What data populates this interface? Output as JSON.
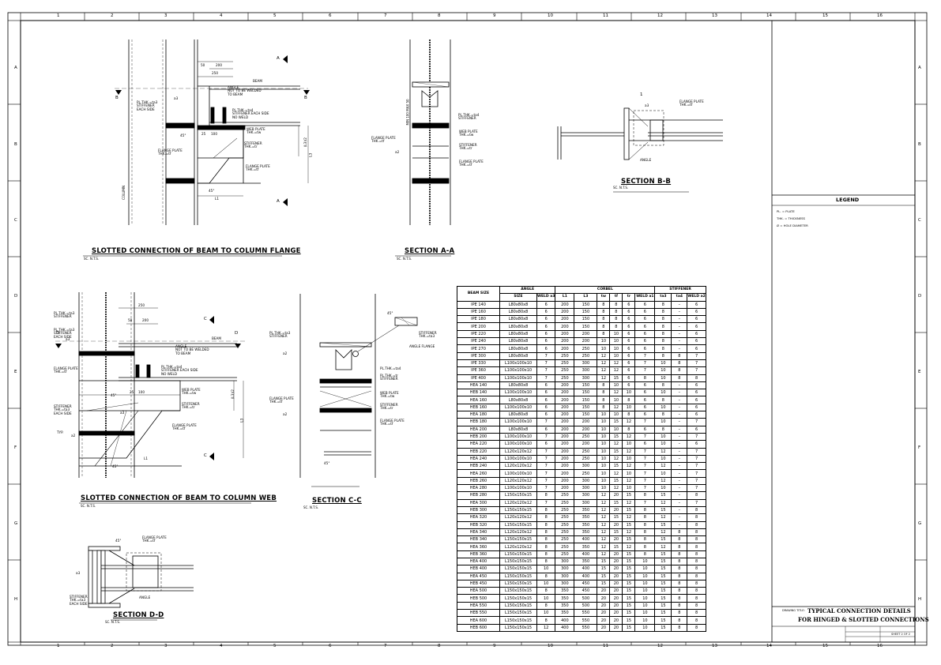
{
  "grid": {
    "columns": [
      "1",
      "2",
      "3",
      "4",
      "5",
      "6",
      "7",
      "8",
      "9",
      "10",
      "11",
      "12",
      "13",
      "14",
      "15",
      "16"
    ],
    "rows": [
      "A",
      "B",
      "C",
      "D",
      "E",
      "F",
      "G",
      "H"
    ]
  },
  "views": {
    "flange": {
      "title": "SLOTTED CONNECTION OF BEAM TO COLUMN FLANGE",
      "scale": "SC. N.T.S.",
      "dims": [
        "250",
        "50",
        "200",
        "25",
        "100",
        "45°",
        "45°",
        "L1",
        "(L3)/2",
        "L3"
      ],
      "labels": {
        "beam": "BEAM",
        "column": "COLUMN",
        "angle": "ANGLE\nNOT TO BE WELDED\nTO BEAM",
        "pl_stiff": "PL.THK.=ta3\nSTIFFENER\nEACH SIDE",
        "pl_t4": "PL.THK.=ta4\nSTIFFENER EACH SIDE\nNO WELD",
        "web_plate": "WEB PLATE\nTHK.=tw",
        "stiffener": "STIFFENER\nTHK.=tr",
        "flange_plate_l": "FLANGE PLATE\nTHK.=tf",
        "flange_plate_r": "FLANGE PLATE\nTHK.=tf",
        "a3": "a3",
        "sec_a": "A",
        "sec_b": "B"
      }
    },
    "section_aa": {
      "title": "SECTION A-A",
      "scale": "SC. N.T.S.",
      "labels": {
        "pl_t4": "PL.THK.=ta4\nSTIFFENER",
        "web_plate": "WEB PLATE\nTHK.=tw",
        "stiffener": "STIFFENER\nTHK.=tr",
        "flange_plate_r": "FLANGE PLATE\nTHK.=tf",
        "flange_plate_l": "FLANGE PLATE\nTHK.=tf",
        "a2": "a2",
        "dim": "MIN 100  MAX 50"
      }
    },
    "section_bb": {
      "title": "SECTION B-B",
      "scale": "SC. N.T.S.",
      "labels": {
        "flange_plate": "FLANGE PLATE\nTHK.=tf",
        "angle": "ANGLE",
        "a3": "a3",
        "one": "1"
      }
    },
    "web": {
      "title": "SLOTTED CONNECTION OF BEAM TO COLUMN WEB",
      "scale": "SC. N.T.S.",
      "dims": [
        "250",
        "50",
        "200",
        "25",
        "100",
        "45°",
        "45°",
        "L1",
        "(L3)/2",
        "L3"
      ],
      "labels": {
        "pl_t3": "PL.THK.=ta3\nSTIFFENER",
        "pl_t3b": "PL.THK.=ta3\nSTIFFENER\nEACH SIDE",
        "flange_plate_top": "FLANGE PLATE\nTHK.=tf",
        "beam": "BEAM",
        "angle": "ANGLE\nNOT TO BE WELDED\nTO BEAM",
        "pl_t4": "PL.THK.=ta4\nSTIFFENER EACH SIDE\nNO WELD",
        "web_plate": "WEB PLATE\nTHK.=tw",
        "stiffener_r": "STIFFENER\nTHK.=tr",
        "stiffener_l": "STIFFENER\nTHK.=ta3\nEACH SIDE",
        "flange_plate_r": "FLANGE PLATE\nTHK.=tf",
        "typ": "TYP.",
        "a2": "a2",
        "a3": "a3",
        "sec_c": "C",
        "sec_d": "D"
      }
    },
    "section_cc": {
      "title": "SECTION C-C",
      "scale": "SC. N.T.S.",
      "labels": {
        "pl_t3": "PL.THK.=ta3\nSTIFFENER",
        "pl_t4": "PL.THK.=ta4",
        "pl_tr": "PL.THK.=tr\nSTIFFENER",
        "stiff_t3": "STIFFENER\nTHK.=ta3",
        "angle_flange": "ANGLE FLANGE",
        "web_plate": "WEB PLATE\nTHK.=tw",
        "stiffener": "STIFFENER\nTHK.=tr",
        "flange_plate_r": "FLANGE PLATE\nTHK.=tf",
        "flange_plate_l": "FLANGE PLATE\nTHK.=tf",
        "a2": "a2",
        "ang45": "45°"
      }
    },
    "section_dd": {
      "title": "SECTION D-D",
      "scale": "SC. N.T.S.",
      "labels": {
        "flange_plate": "FLANGE PLATE\nTHK.=tf",
        "stiffener": "STIFFENER\nTHK.=ta3\nEACH SIDE",
        "angle": "ANGLE",
        "a3": "a3",
        "ang45": "45°"
      }
    }
  },
  "table": {
    "group_headers": [
      "BEAM SIZE",
      "ANGLE",
      "CORBEL",
      "STIFFENER"
    ],
    "sub_headers": [
      "SIZE",
      "WELD a3",
      "L1",
      "L3",
      "tw",
      "tf",
      "tr",
      "WELD a1",
      "ta3",
      "ta4",
      "WELD a2"
    ],
    "rows": [
      [
        "IPE 140",
        "L80x80x8",
        "6",
        "200",
        "150",
        "8",
        "8",
        "6",
        "6",
        "8",
        "–",
        "6"
      ],
      [
        "IPE 160",
        "L80x80x8",
        "6",
        "200",
        "150",
        "8",
        "8",
        "6",
        "6",
        "8",
        "–",
        "6"
      ],
      [
        "IPE 180",
        "L80x80x8",
        "6",
        "200",
        "150",
        "8",
        "8",
        "6",
        "6",
        "8",
        "–",
        "6"
      ],
      [
        "IPE 200",
        "L80x80x8",
        "6",
        "200",
        "150",
        "8",
        "8",
        "6",
        "6",
        "8",
        "–",
        "6"
      ],
      [
        "IPE 220",
        "L80x80x8",
        "6",
        "200",
        "200",
        "8",
        "10",
        "6",
        "6",
        "8",
        "–",
        "6"
      ],
      [
        "IPE 240",
        "L80x80x8",
        "6",
        "200",
        "200",
        "10",
        "10",
        "6",
        "6",
        "8",
        "–",
        "6"
      ],
      [
        "IPE 270",
        "L80x80x8",
        "6",
        "200",
        "250",
        "10",
        "10",
        "6",
        "6",
        "8",
        "–",
        "6"
      ],
      [
        "IPE 300",
        "L80x80x8",
        "7",
        "250",
        "250",
        "12",
        "10",
        "6",
        "7",
        "8",
        "8",
        "7"
      ],
      [
        "IPE 330",
        "L100x100x10",
        "7",
        "250",
        "300",
        "12",
        "12",
        "6",
        "7",
        "10",
        "8",
        "7"
      ],
      [
        "IPE 360",
        "L100x100x10",
        "7",
        "250",
        "300",
        "12",
        "12",
        "6",
        "7",
        "10",
        "8",
        "7"
      ],
      [
        "IPE 400",
        "L100x100x10",
        "7",
        "250",
        "300",
        "12",
        "15",
        "6",
        "8",
        "10",
        "8",
        "8"
      ],
      [
        "HEA 140",
        "L80x80x8",
        "6",
        "200",
        "150",
        "8",
        "10",
        "6",
        "6",
        "8",
        "–",
        "6"
      ],
      [
        "HEB 140",
        "L100x100x10",
        "6",
        "200",
        "150",
        "8",
        "12",
        "10",
        "6",
        "10",
        "–",
        "6"
      ],
      [
        "HEA 160",
        "L80x80x8",
        "6",
        "200",
        "150",
        "8",
        "10",
        "8",
        "6",
        "8",
        "–",
        "6"
      ],
      [
        "HEB 160",
        "L100x100x10",
        "6",
        "200",
        "150",
        "8",
        "12",
        "10",
        "6",
        "10",
        "–",
        "6"
      ],
      [
        "HEA 180",
        "L80x80x8",
        "6",
        "200",
        "150",
        "10",
        "10",
        "8",
        "6",
        "8",
        "–",
        "6"
      ],
      [
        "HEB 180",
        "L100x100x10",
        "7",
        "200",
        "200",
        "10",
        "15",
        "12",
        "7",
        "10",
        "–",
        "7"
      ],
      [
        "HEA 200",
        "L80x80x8",
        "6",
        "200",
        "200",
        "10",
        "10",
        "8",
        "6",
        "8",
        "–",
        "6"
      ],
      [
        "HEB 200",
        "L100x100x10",
        "7",
        "200",
        "250",
        "10",
        "15",
        "12",
        "7",
        "10",
        "–",
        "7"
      ],
      [
        "HEA 220",
        "L100x100x10",
        "6",
        "200",
        "200",
        "10",
        "12",
        "10",
        "6",
        "10",
        "–",
        "6"
      ],
      [
        "HEB 220",
        "L120x120x12",
        "7",
        "200",
        "250",
        "10",
        "15",
        "12",
        "7",
        "12",
        "–",
        "7"
      ],
      [
        "HEA 240",
        "L100x100x10",
        "7",
        "200",
        "250",
        "10",
        "12",
        "10",
        "7",
        "10",
        "–",
        "7"
      ],
      [
        "HEB 240",
        "L120x120x12",
        "7",
        "200",
        "300",
        "10",
        "15",
        "12",
        "7",
        "12",
        "–",
        "7"
      ],
      [
        "HEA 260",
        "L100x100x10",
        "7",
        "200",
        "250",
        "10",
        "12",
        "10",
        "7",
        "10",
        "–",
        "7"
      ],
      [
        "HEB 260",
        "L120x120x12",
        "7",
        "200",
        "300",
        "10",
        "15",
        "12",
        "7",
        "12",
        "–",
        "7"
      ],
      [
        "HEA 280",
        "L100x100x10",
        "7",
        "200",
        "300",
        "10",
        "12",
        "10",
        "7",
        "10",
        "–",
        "7"
      ],
      [
        "HEB 280",
        "L150x150x15",
        "8",
        "250",
        "300",
        "12",
        "20",
        "15",
        "8",
        "15",
        "–",
        "8"
      ],
      [
        "HEA 300",
        "L120x120x12",
        "7",
        "250",
        "300",
        "12",
        "15",
        "12",
        "7",
        "12",
        "–",
        "7"
      ],
      [
        "HEB 300",
        "L150x150x15",
        "8",
        "250",
        "350",
        "12",
        "20",
        "15",
        "8",
        "15",
        "–",
        "8"
      ],
      [
        "HEA 320",
        "L120x120x12",
        "8",
        "250",
        "350",
        "12",
        "15",
        "12",
        "8",
        "12",
        "–",
        "8"
      ],
      [
        "HEB 320",
        "L150x150x15",
        "8",
        "250",
        "350",
        "12",
        "20",
        "15",
        "8",
        "15",
        "–",
        "8"
      ],
      [
        "HEA 340",
        "L120x120x12",
        "8",
        "250",
        "350",
        "12",
        "15",
        "12",
        "8",
        "12",
        "8",
        "8"
      ],
      [
        "HEB 340",
        "L150x150x15",
        "8",
        "250",
        "400",
        "12",
        "20",
        "15",
        "8",
        "15",
        "8",
        "8"
      ],
      [
        "HEA 360",
        "L120x120x12",
        "8",
        "250",
        "350",
        "12",
        "15",
        "12",
        "8",
        "12",
        "8",
        "8"
      ],
      [
        "HEB 360",
        "L150x150x15",
        "8",
        "250",
        "400",
        "12",
        "20",
        "15",
        "8",
        "15",
        "8",
        "8"
      ],
      [
        "HEA 400",
        "L150x150x15",
        "8",
        "300",
        "350",
        "15",
        "20",
        "15",
        "10",
        "15",
        "8",
        "8"
      ],
      [
        "HEB 400",
        "L150x150x15",
        "10",
        "300",
        "400",
        "15",
        "20",
        "15",
        "10",
        "15",
        "8",
        "8"
      ],
      [
        "HEA 450",
        "L150x150x15",
        "8",
        "300",
        "400",
        "15",
        "20",
        "15",
        "10",
        "15",
        "8",
        "8"
      ],
      [
        "HEB 450",
        "L150x150x15",
        "10",
        "300",
        "450",
        "15",
        "20",
        "15",
        "10",
        "15",
        "8",
        "8"
      ],
      [
        "HEA 500",
        "L150x150x15",
        "8",
        "350",
        "450",
        "20",
        "20",
        "15",
        "10",
        "15",
        "8",
        "8"
      ],
      [
        "HEB 500",
        "L150x150x15",
        "10",
        "350",
        "500",
        "20",
        "20",
        "15",
        "10",
        "15",
        "8",
        "8"
      ],
      [
        "HEA 550",
        "L150x150x15",
        "8",
        "350",
        "500",
        "20",
        "20",
        "15",
        "10",
        "15",
        "8",
        "8"
      ],
      [
        "HEB 550",
        "L150x150x15",
        "10",
        "350",
        "550",
        "20",
        "20",
        "15",
        "10",
        "15",
        "8",
        "8"
      ],
      [
        "HEA 600",
        "L150x150x15",
        "8",
        "400",
        "550",
        "20",
        "20",
        "15",
        "10",
        "15",
        "8",
        "8"
      ],
      [
        "HEB 600",
        "L150x150x15",
        "12",
        "400",
        "550",
        "20",
        "20",
        "15",
        "10",
        "15",
        "8",
        "8"
      ]
    ]
  },
  "legend": {
    "title": "LEGEND",
    "items": [
      "PL. = PLATE",
      "THK. = THICKNESS",
      "Ø = HOLE DIAMETER"
    ]
  },
  "title_block": {
    "caption": "DRAWING TITLE:",
    "line1": "TYPICAL CONNECTION DETAILS",
    "line2": "FOR HINGED & SLOTTED CONNECTIONS",
    "sheet": "SHEET 2 OF 2"
  }
}
